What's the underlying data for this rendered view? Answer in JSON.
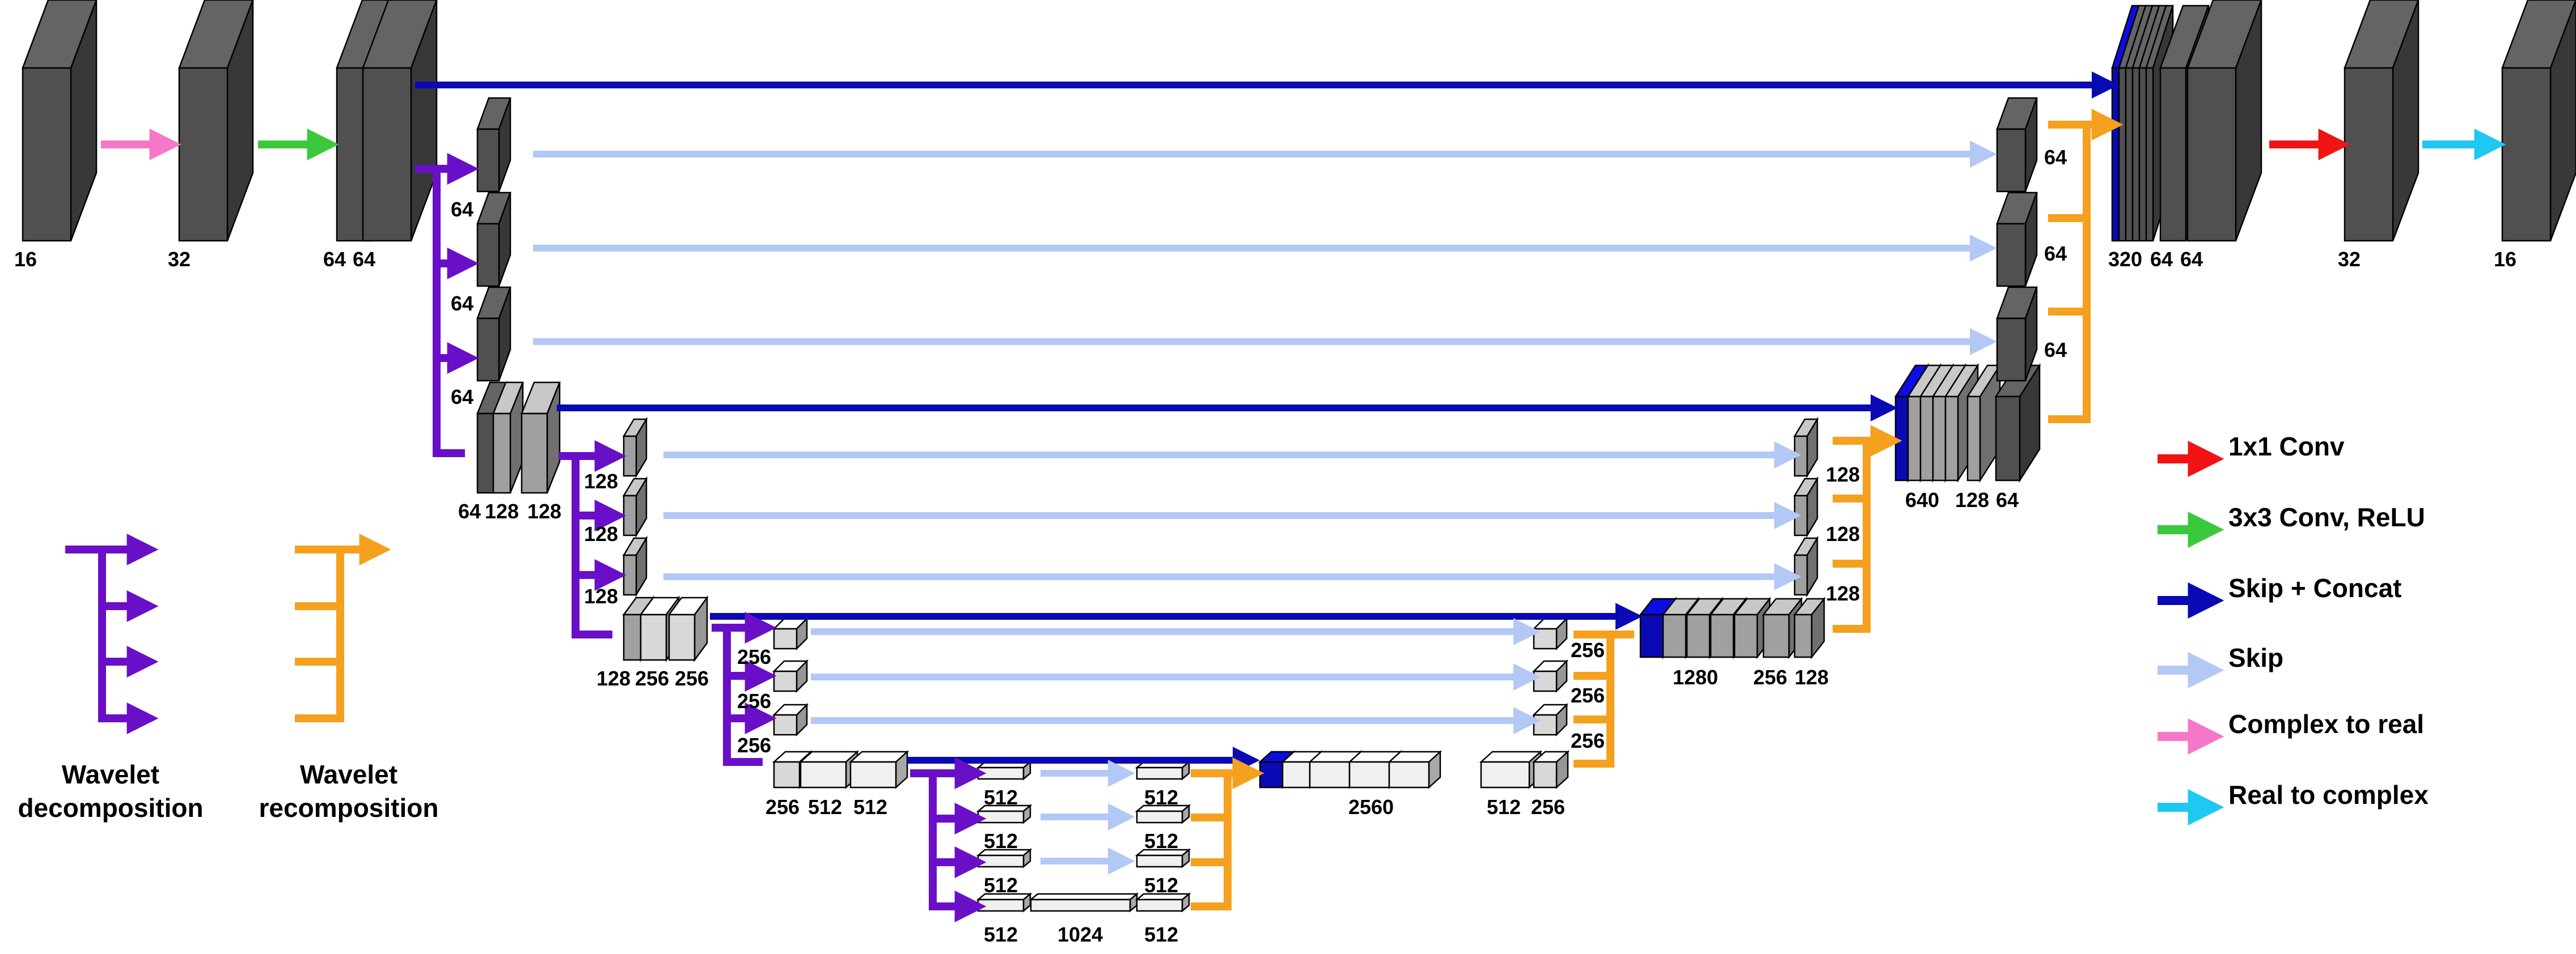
{
  "labels": {
    "in16": "16",
    "in32": "32",
    "in64a": "64",
    "in64b": "64",
    "l1a": "64",
    "l1b": "64",
    "l1c": "64",
    "b1a": "64",
    "b1b": "128",
    "b1c": "128",
    "l2a": "128",
    "l2b": "128",
    "l2c": "128",
    "b2a": "128",
    "b2b": "256",
    "b2c": "256",
    "l3a": "256",
    "l3b": "256",
    "l3c": "256",
    "b3a": "256",
    "b3b": "512",
    "b3c": "512",
    "l4a": "512",
    "l4b": "512",
    "l4c": "512",
    "l4d": "512",
    "bot1024": "1024",
    "r4a": "512",
    "r4b": "512",
    "r4c": "512",
    "r4d": "512",
    "d3a": "2560",
    "d3b": "512",
    "d3c": "256",
    "r3a": "256",
    "r3b": "256",
    "r3c": "256",
    "d2a": "1280",
    "d2b": "256",
    "d2c": "128",
    "r2a": "128",
    "r2b": "128",
    "r2c": "128",
    "d1a": "640",
    "d1b": "128",
    "d1c": "64",
    "r1a": "64",
    "r1b": "64",
    "r1c": "64",
    "out320": "320",
    "out64a": "64",
    "out64b": "64",
    "out32": "32",
    "out16": "16"
  },
  "wavelet_legend": {
    "decomposition_line1": "Wavelet",
    "decomposition_line2": "decomposition",
    "recomposition_line1": "Wavelet",
    "recomposition_line2": "recomposition"
  },
  "legend": [
    {
      "label": "1x1 Conv",
      "color": "#f01414"
    },
    {
      "label": "3x3 Conv, ReLU",
      "color": "#3cc83c"
    },
    {
      "label": "Skip + Concat",
      "color": "#0a0ab4"
    },
    {
      "label": "Skip",
      "color": "#b4c8f5"
    },
    {
      "label": "Complex to real",
      "color": "#f578c8"
    },
    {
      "label": "Real to complex",
      "color": "#1ec8f0"
    }
  ],
  "colors": {
    "dark": "#505050",
    "dark_top": "#6e6e6e",
    "dark_side": "#2c2c2c",
    "mid": "#a0a0a0",
    "light": "#d8d8d8",
    "white": "#f0f0f0",
    "purple": "#6a0fc8",
    "orange": "#f5a01e",
    "blue": "#0a0ab4",
    "skip": "#b4c8f5"
  }
}
